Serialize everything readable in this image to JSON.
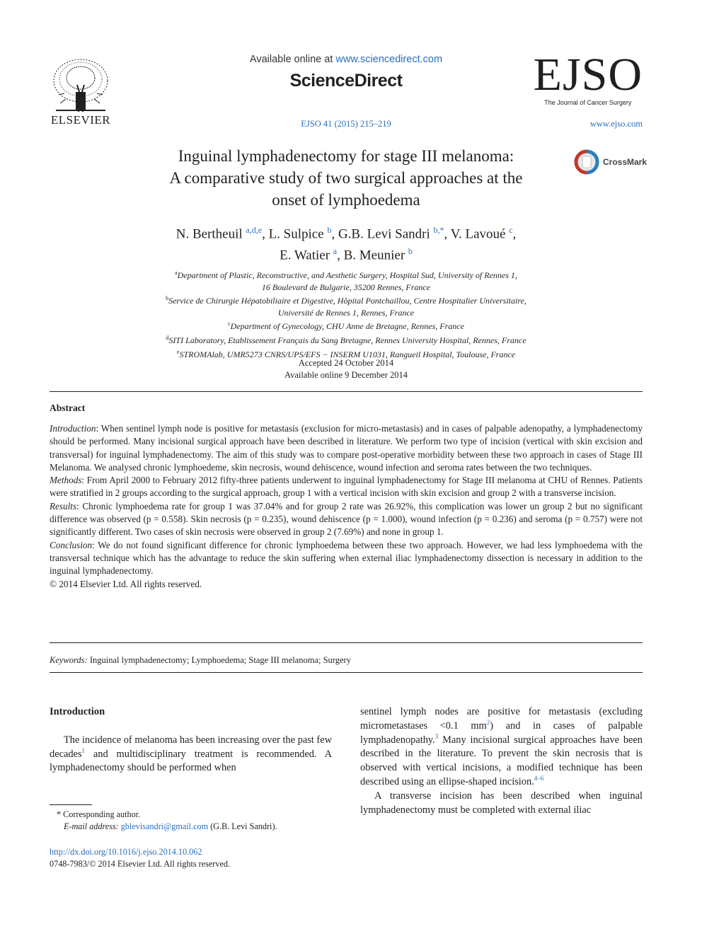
{
  "header": {
    "publisher": "ELSEVIER",
    "available_prefix": "Available online at ",
    "available_link": "www.sciencedirect.com",
    "platform": "ScienceDirect",
    "journal_ref": "EJSO 41 (2015) 215–219",
    "journal_logo": "EJSO",
    "journal_subtitle": "The Journal of Cancer Surgery",
    "journal_url": "www.ejso.com",
    "crossmark_label": "CrossMark"
  },
  "article": {
    "title_line1": "Inguinal lymphadenectomy for stage III melanoma:",
    "title_line2": "A comparative study of two surgical approaches at the",
    "title_line3": "onset of lymphoedema",
    "authors": [
      {
        "name": "N. Bertheuil",
        "sup": "a,d,e",
        "sep": ", "
      },
      {
        "name": "L. Sulpice",
        "sup": "b",
        "sep": ", "
      },
      {
        "name": "G.B. Levi Sandri",
        "sup": "b,*",
        "sep": ", "
      },
      {
        "name": "V. Lavoué",
        "sup": "c",
        "sep": ","
      },
      {
        "name": "E. Watier",
        "sup": "a",
        "sep": ", "
      },
      {
        "name": "B. Meunier",
        "sup": "b",
        "sep": ""
      }
    ],
    "affiliations": [
      {
        "sup": "a",
        "line1": "Department of Plastic, Reconstructive, and Aesthetic Surgery, Hospital Sud, University of Rennes 1,",
        "line2": "16 Boulevard de Bulgarie, 35200 Rennes, France"
      },
      {
        "sup": "b",
        "line1": "Service de Chirurgie Hépatobiliaire et Digestive, Hôpital Pontchaillou, Centre Hospitalier Universitaire,",
        "line2": "Université de Rennes 1, Rennes, France"
      },
      {
        "sup": "c",
        "line1": "Department of Gynecology, CHU Anne de Bretagne, Rennes, France",
        "line2": ""
      },
      {
        "sup": "d",
        "line1": "SITI Laboratory, Etablissement Français du Sang Bretagne, Rennes University Hospital, Rennes, France",
        "line2": ""
      },
      {
        "sup": "e",
        "line1": "STROMAlab, UMR5273 CNRS/UPS/EFS − INSERM U1031, Rangueil Hospital, Toulouse, France",
        "line2": ""
      }
    ],
    "accepted": "Accepted 24 October 2014",
    "available_online": "Available online 9 December 2014"
  },
  "abstract": {
    "heading": "Abstract",
    "intro_label": "Introduction",
    "intro_text": ": When sentinel lymph node is positive for metastasis (exclusion for micro-metastasis) and in cases of palpable adenopathy, a lymphadenectomy should be performed. Many incisional surgical approach have been described in literature. We perform two type of incision (vertical with skin excision and transversal) for inguinal lymphadenectomy. The aim of this study was to compare post-operative morbidity between these two approach in cases of Stage III Melanoma. We analysed chronic lymphoedeme, skin necrosis, wound dehiscence, wound infection and seroma rates between the two techniques.",
    "methods_label": "Methods",
    "methods_text": ": From April 2000 to February 2012 fifty-three patients underwent to inguinal lymphadenectomy for Stage III melanoma at CHU of Rennes. Patients were stratified in 2 groups according to the surgical approach, group 1 with a vertical incision with skin excision and group 2 with a transverse incision.",
    "results_label": "Results",
    "results_text": ": Chronic lymphoedema rate for group 1 was 37.04% and for group 2 rate was 26.92%, this complication was lower un group 2 but no significant difference was observed (p = 0.558). Skin necrosis (p = 0.235), wound dehiscence (p = 1.000), wound infection (p = 0.236) and seroma (p = 0.757) were not significantly different. Two cases of skin necrosis were observed in group 2 (7.69%) and none in group 1.",
    "conclusion_label": "Conclusion",
    "conclusion_text": ": We do not found significant difference for chronic lymphoedema between these two approach. However, we had less lymphoedema with the transversal technique which has the advantage to reduce the skin suffering when external iliac lymphadenectomy dissection is necessary in addition to the inguinal lymphadenectomy.",
    "copyright": "© 2014 Elsevier Ltd. All rights reserved."
  },
  "keywords": {
    "label": "Keywords:",
    "text": " Inguinal lymphadenectomy; Lymphoedema; Stage III melanoma; Surgery"
  },
  "body": {
    "section_heading": "Introduction",
    "left_p1_a": "The incidence of melanoma has been increasing over the past few decades",
    "left_p1_ref1": "1",
    "left_p1_b": " and multidisciplinary treatment is recommended. A lymphadenectomy should be performed when",
    "right_p1_a": "sentinel lymph nodes are positive for metastasis (excluding micrometastases <0.1 mm",
    "right_p1_ref2": "2",
    "right_p1_b": ") and in cases of palpable lymphadenopathy.",
    "right_p1_ref3": "3",
    "right_p1_c": " Many incisional surgical approaches have been described in the literature. To prevent the skin necrosis that is observed with vertical incisions, a modified technique has been described using an ellipse-shaped incision.",
    "right_p1_ref4": "4–6",
    "right_p2": "A transverse incision has been described when inguinal lymphadenectomy must be completed with external iliac"
  },
  "footnotes": {
    "corresponding": "* Corresponding author.",
    "email_label": "E-mail address:",
    "email": "gblevisandri@gmail.com",
    "email_owner": " (G.B. Levi Sandri)."
  },
  "ids": {
    "doi": "http://dx.doi.org/10.1016/j.ejso.2014.10.062",
    "issn": "0748-7983/© 2014 Elsevier Ltd. All rights reserved."
  }
}
